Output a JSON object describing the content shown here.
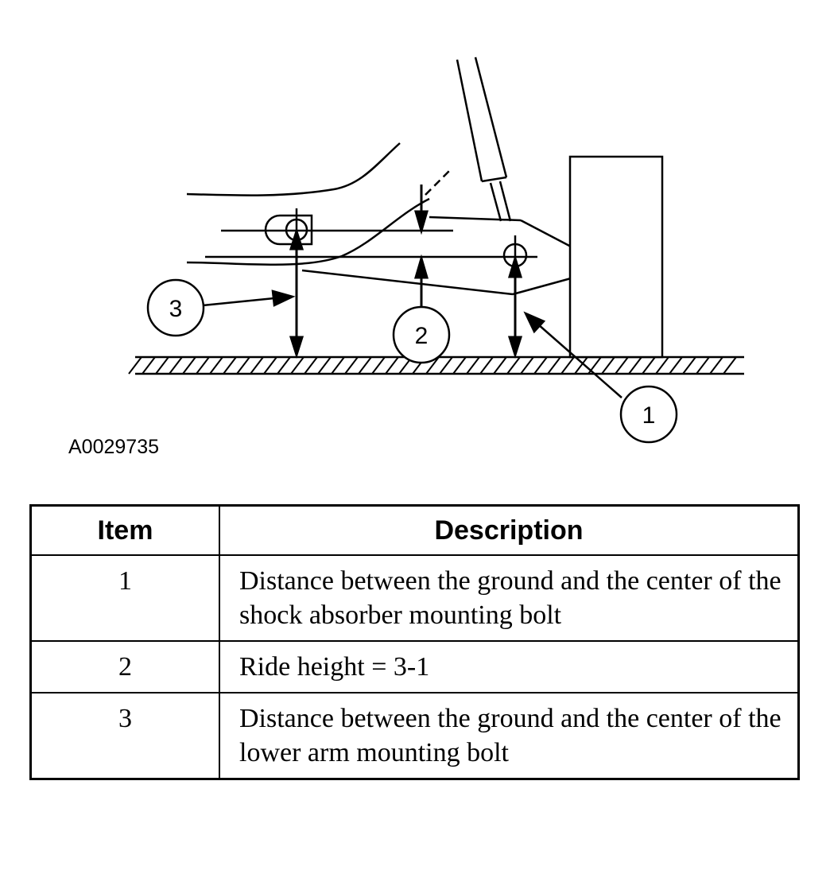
{
  "figure": {
    "id_label": "A0029735",
    "callouts": [
      "1",
      "2",
      "3"
    ]
  },
  "table": {
    "headers": {
      "item": "Item",
      "description": "Description"
    },
    "rows": [
      {
        "item": "1",
        "description": "Distance between the ground and the center of the shock absorber mounting bolt"
      },
      {
        "item": "2",
        "description": "Ride height = 3-1"
      },
      {
        "item": "3",
        "description": "Distance between the ground and the center of the lower arm mounting bolt"
      }
    ]
  }
}
